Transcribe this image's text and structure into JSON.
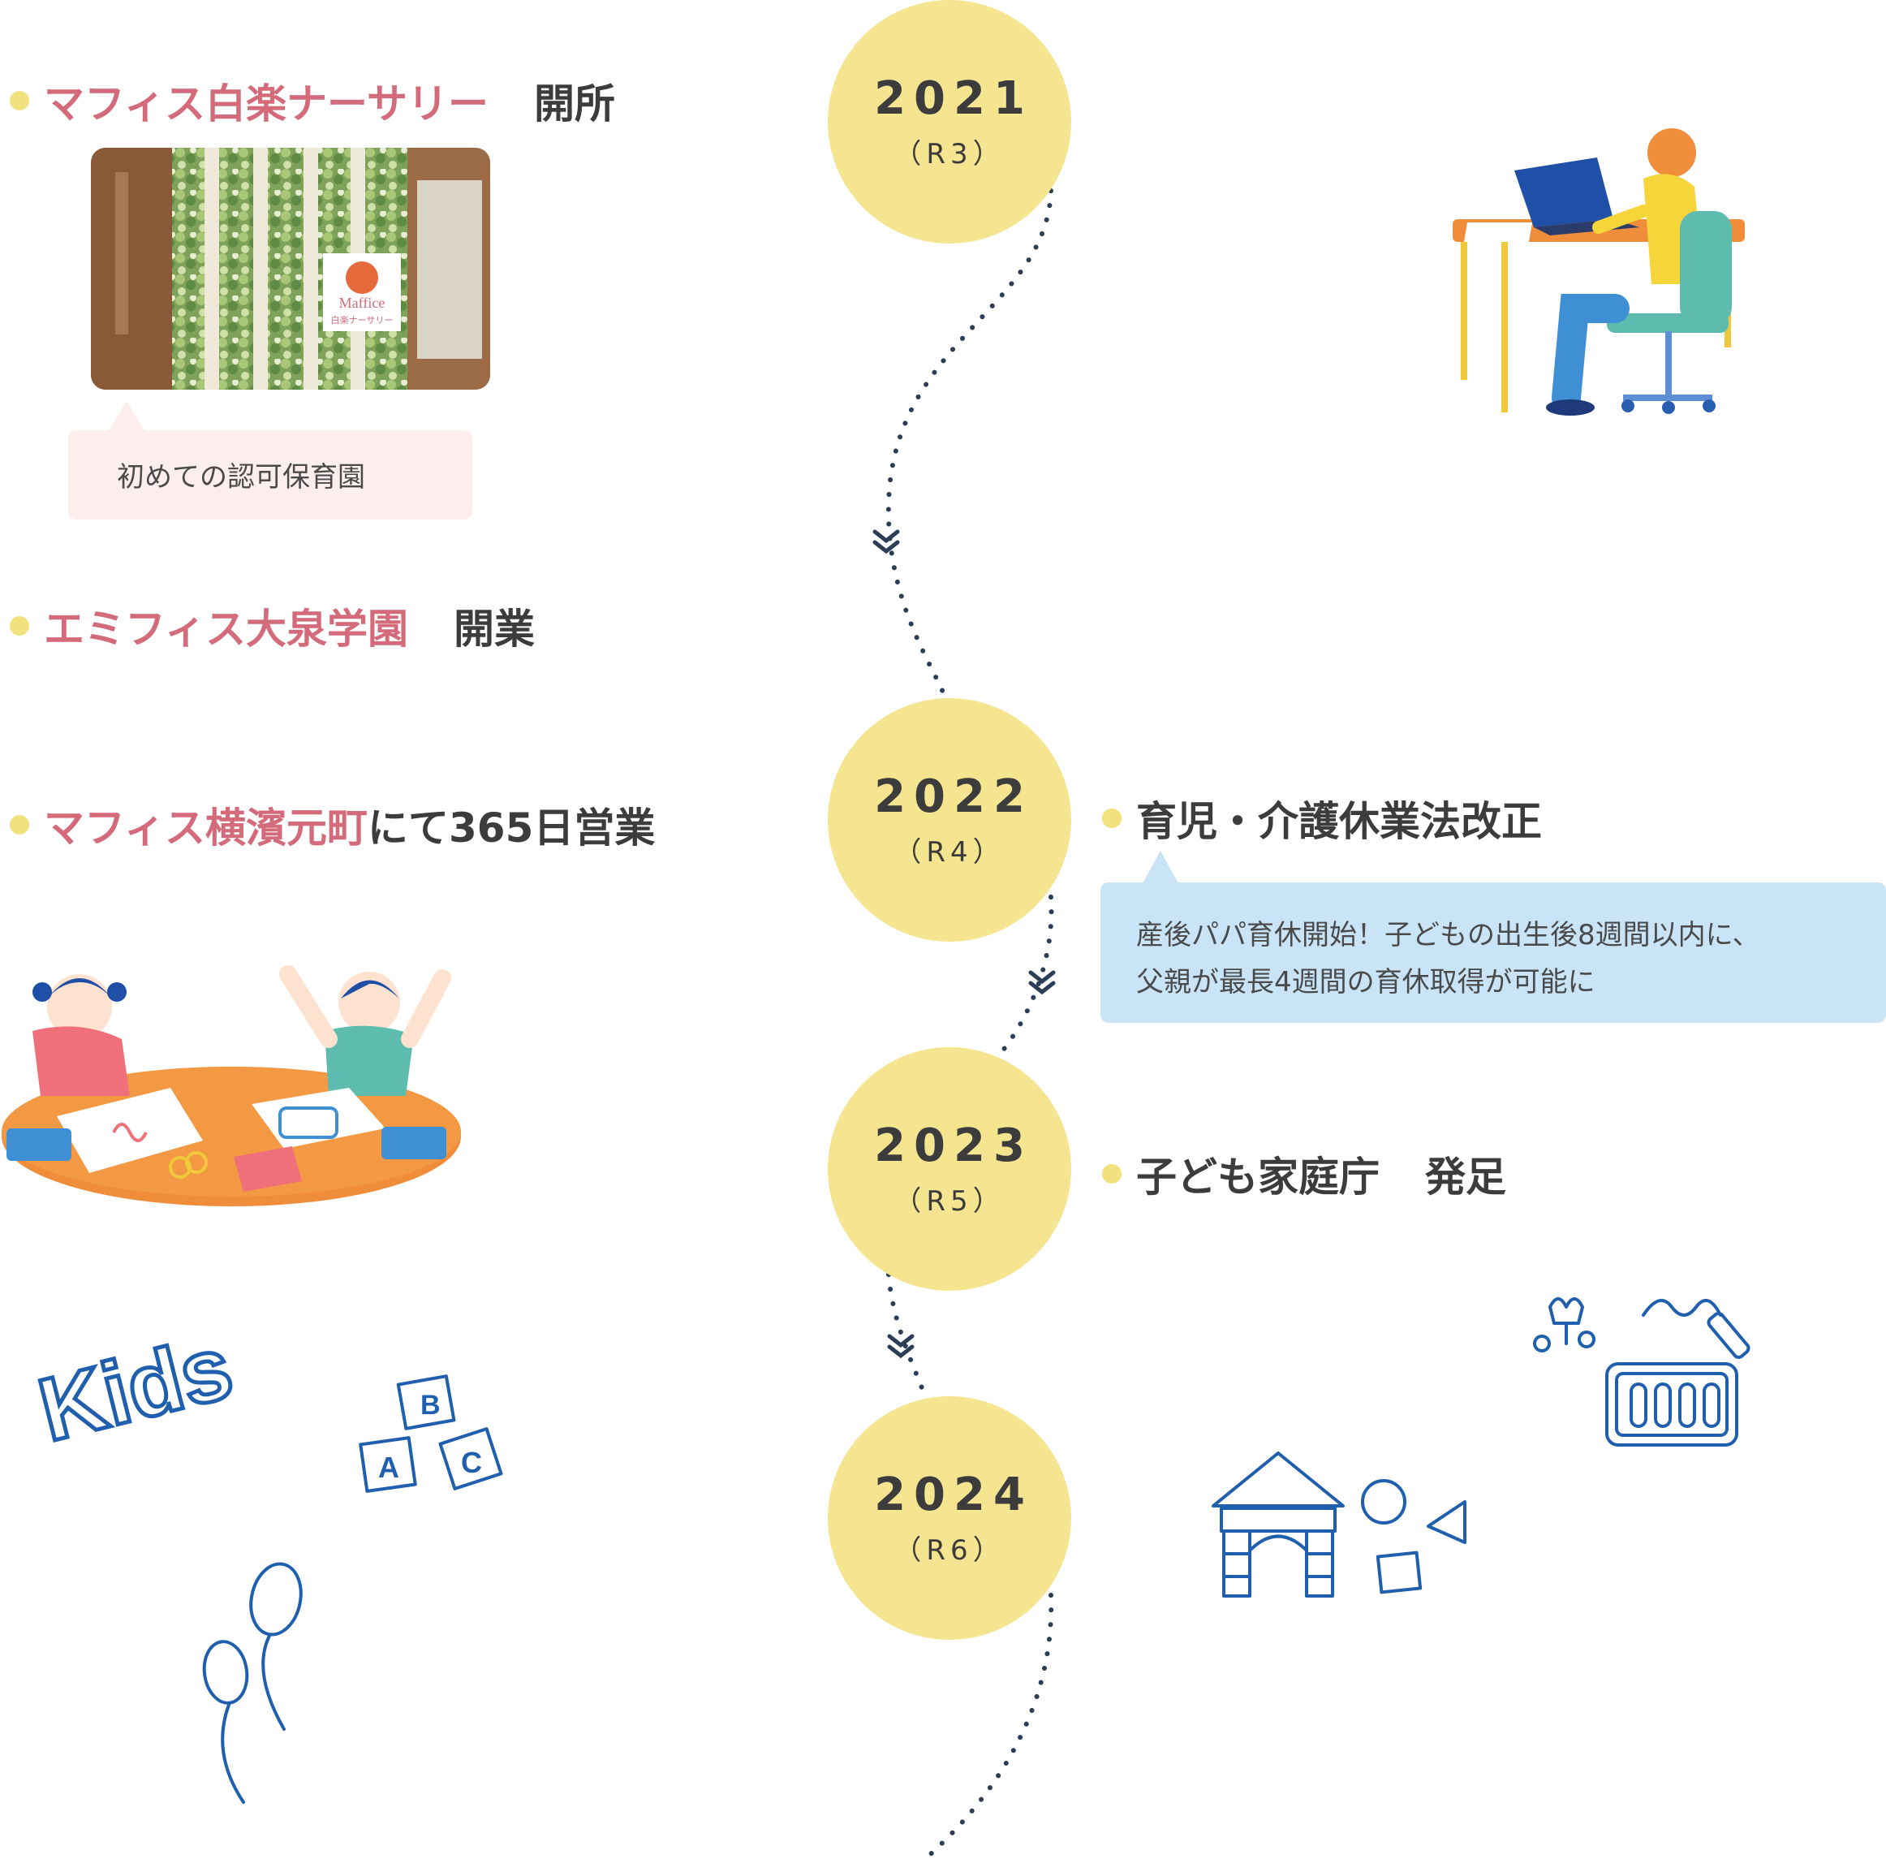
{
  "timeline": [
    {
      "year": "2021",
      "era": "（R3）"
    },
    {
      "year": "2022",
      "era": "（R4）"
    },
    {
      "year": "2023",
      "era": "（R5）"
    },
    {
      "year": "2024",
      "era": "（R6）"
    }
  ],
  "events_left": {
    "e1": {
      "name": "マフィス白楽ナーサリー",
      "suffix": "開所"
    },
    "e1_note": "初めての認可保育園",
    "e2": {
      "name": "エミフィス大泉学園",
      "suffix": "開業"
    },
    "e3": {
      "name": "マフィス横濱元町",
      "suffix": "にて365日営業"
    }
  },
  "events_right": {
    "e4": {
      "title": "育児・介護休業法改正"
    },
    "e4_note": {
      "line1": "産後パパ育休開始！子どもの出生後8週間以内に、",
      "line2": "父親が最長4週間の育休取得が可能に"
    },
    "e5": {
      "title": "子ども家庭庁",
      "suffix": "発足"
    }
  },
  "photo": {
    "sign_brand": "Maffice",
    "sign_sub": "白楽ナーサリー"
  },
  "doodles": {
    "kids_text": "Kids",
    "block_a": "A",
    "block_b": "B",
    "block_c": "C"
  },
  "colors": {
    "year_circle": "#f5e590",
    "accent_pink": "#d36b7b",
    "bullet": "#f2e27e",
    "doodle_blue": "#1f5fae",
    "note_blue": "#c9e4f7",
    "note_pink": "#fdeeee"
  }
}
